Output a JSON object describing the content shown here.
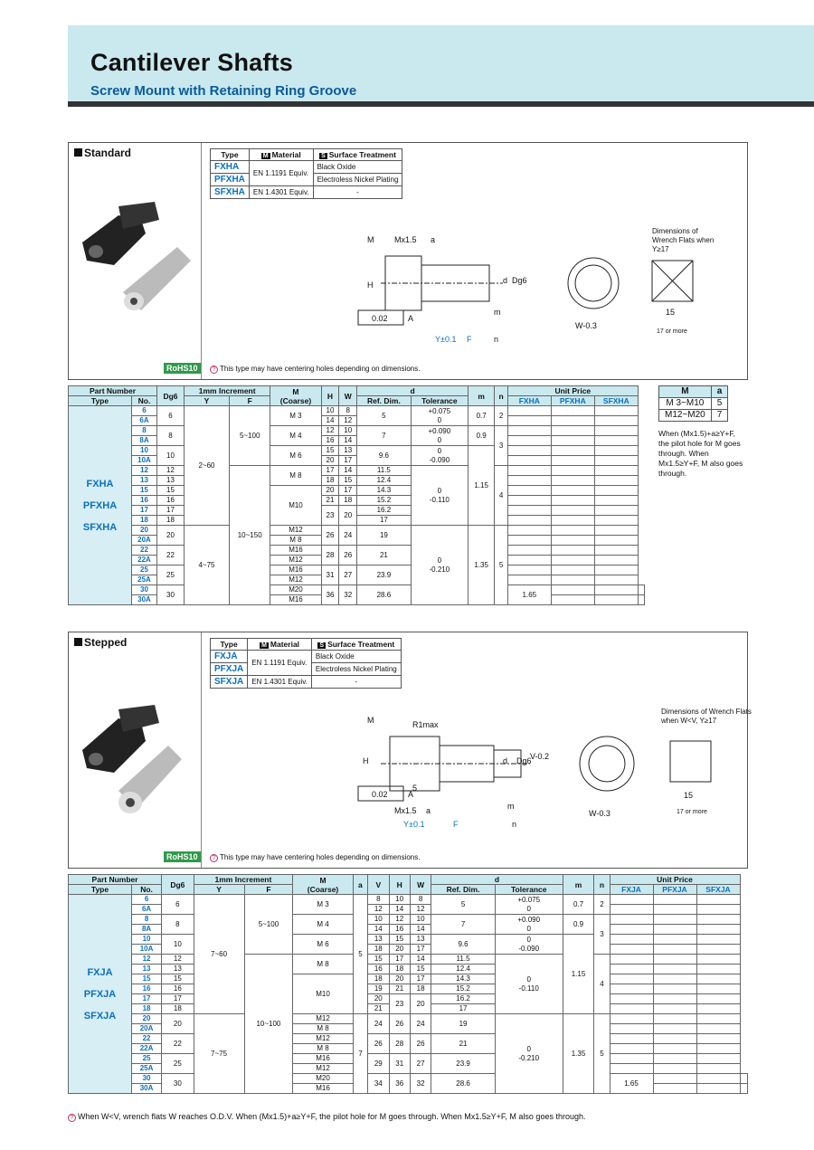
{
  "header": {
    "title": "Cantilever Shafts",
    "subtitle": "Screw Mount with Retaining Ring Groove"
  },
  "standard": {
    "section": "Standard",
    "mat_head": [
      "Type",
      "Material",
      "Surface Treatment"
    ],
    "mat_rows": [
      [
        "FXHA",
        "EN 1.1191 Equiv.",
        "Black Oxide"
      ],
      [
        "PFXHA",
        "",
        "Electroless Nickel Plating"
      ],
      [
        "SFXHA",
        "EN 1.4301 Equiv.",
        "-"
      ]
    ],
    "rohs": "RoHS10",
    "note": "This type may have centering holes depending on dimensions.",
    "dim_label": "Dimensions of Wrench Flats when Y≥17",
    "types": [
      "FXHA",
      "PFXHA",
      "SFXHA"
    ],
    "price_cols": [
      "FXHA",
      "PFXHA",
      "SFXHA"
    ]
  },
  "stepped": {
    "section": "Stepped",
    "mat_rows": [
      [
        "FXJA",
        "EN 1.1191 Equiv.",
        "Black Oxide"
      ],
      [
        "PFXJA",
        "",
        "Electroless Nickel Plating"
      ],
      [
        "SFXJA",
        "EN 1.4301 Equiv.",
        "-"
      ]
    ],
    "rohs": "RoHS10",
    "note": "This type may have centering holes depending on dimensions.",
    "dim_label": "Dimensions of Wrench Flats when W<V, Y≥17",
    "types": [
      "FXJA",
      "PFXJA",
      "SFXJA"
    ],
    "price_cols": [
      "FXJA",
      "PFXJA",
      "SFXJA"
    ]
  },
  "ma": {
    "head": [
      "M",
      "a"
    ],
    "rows": [
      [
        "M 3~M10",
        "5"
      ],
      [
        "M12~M20",
        "7"
      ]
    ],
    "note": "When (Mx1.5)+a≥Y+F, the pilot hole for M goes through. When Mx1.5≥Y+F, M also goes through."
  },
  "bottom_note": "When W<V, wrench flats W reaches O.D.V. When (Mx1.5)+a≥Y+F, the pilot hole for M goes through. When Mx1.5≥Y+F, M also goes through."
}
